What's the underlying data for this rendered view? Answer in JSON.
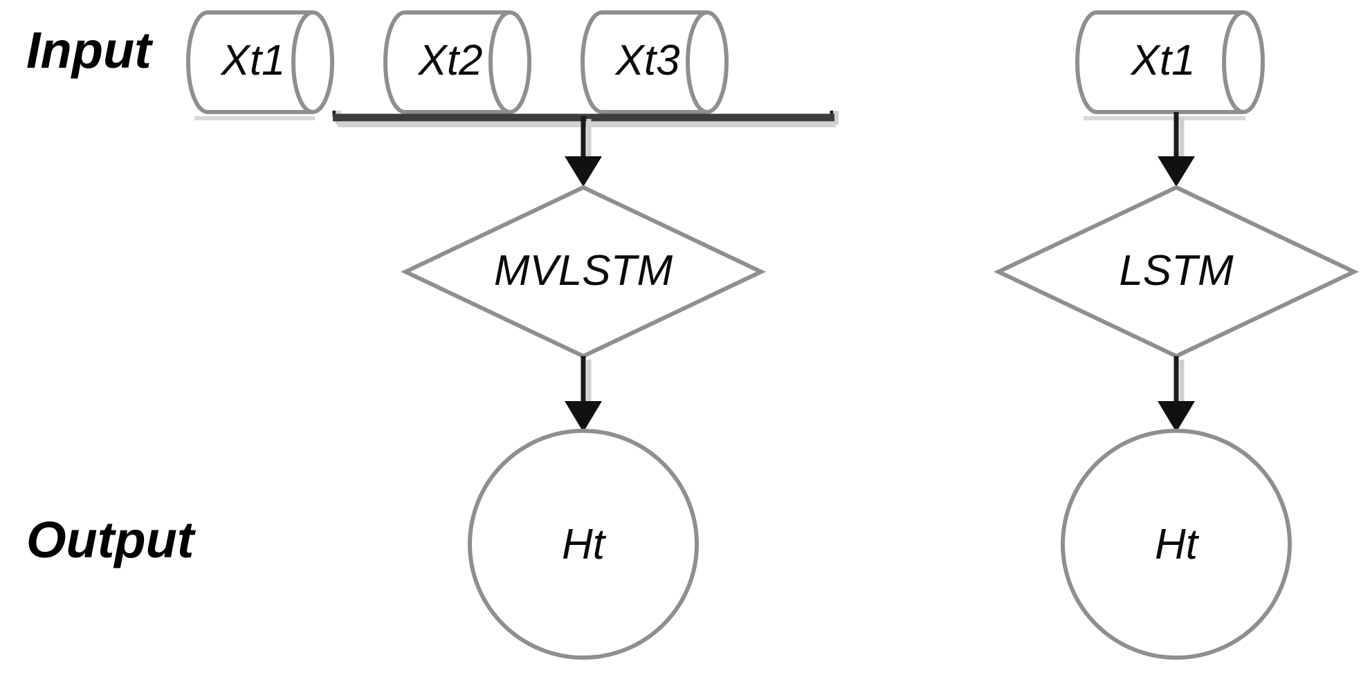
{
  "diagram": {
    "title_present": false,
    "background_color": "#ffffff",
    "shape_outline_color": "#8f8f8f",
    "connector_color": "#3d3d3d",
    "arrow_color": "#111111",
    "text_color": "#0a0a0a",
    "row_labels": [
      {
        "id": "input",
        "text": "Input"
      },
      {
        "id": "output",
        "text": "Output"
      }
    ],
    "branches": [
      {
        "id": "mvlstm-branch",
        "inputs": [
          {
            "id": "xt1-left",
            "label": "Xt1",
            "shape": "cylinder"
          },
          {
            "id": "xt2",
            "label": "Xt2",
            "shape": "cylinder"
          },
          {
            "id": "xt3",
            "label": "Xt3",
            "shape": "cylinder"
          }
        ],
        "process": {
          "id": "mvlstm",
          "label": "MVLSTM",
          "shape": "diamond"
        },
        "output": {
          "id": "ht-left",
          "label": "Ht",
          "shape": "circle"
        },
        "merge_connector": true
      },
      {
        "id": "lstm-branch",
        "inputs": [
          {
            "id": "xt1-right",
            "label": "Xt1",
            "shape": "cylinder"
          }
        ],
        "process": {
          "id": "lstm",
          "label": "LSTM",
          "shape": "diamond"
        },
        "output": {
          "id": "ht-right",
          "label": "Ht",
          "shape": "circle"
        },
        "merge_connector": false
      }
    ],
    "edges": [
      {
        "id": "edge-merge-to-mvlstm",
        "from": "inputs-merge",
        "to": "mvlstm",
        "arrow": "down"
      },
      {
        "id": "edge-mvlstm-to-ht",
        "from": "mvlstm",
        "to": "ht-left",
        "arrow": "down"
      },
      {
        "id": "edge-xt1right-to-lstm",
        "from": "xt1-right",
        "to": "lstm",
        "arrow": "down"
      },
      {
        "id": "edge-lstm-to-ht",
        "from": "lstm",
        "to": "ht-right",
        "arrow": "down"
      }
    ]
  }
}
